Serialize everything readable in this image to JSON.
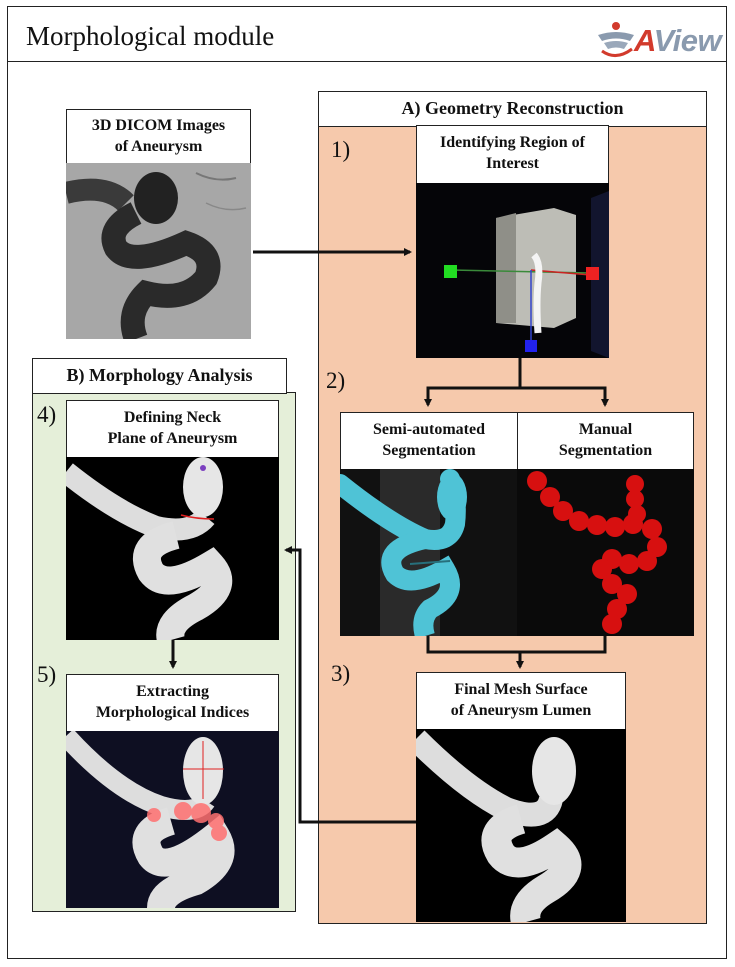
{
  "header": {
    "title": "Morphological module",
    "logo_text_a": "A",
    "logo_text_rest": "View"
  },
  "dicom": {
    "label_line1": "3D DICOM Images",
    "label_line2": "of Aneurysm"
  },
  "section_a": {
    "title": "A) Geometry Reconstruction",
    "step1_num": "1)",
    "roi_line1": "Identifying Region of",
    "roi_line2": "Interest",
    "step2_num": "2)",
    "semi_line1": "Semi-automated",
    "semi_line2": "Segmentation",
    "manual_line1": "Manual",
    "manual_line2": "Segmentation",
    "step3_num": "3)",
    "final_line1": "Final Mesh Surface",
    "final_line2": "of Aneurysm Lumen"
  },
  "section_b": {
    "title": "B) Morphology Analysis",
    "step4_num": "4)",
    "neck_line1": "Defining Neck",
    "neck_line2": "Plane of Aneurysm",
    "step5_num": "5)",
    "extract_line1": "Extracting",
    "extract_line2": "Morphological Indices"
  },
  "colors": {
    "panel_a_bg": "#f6c9ac",
    "panel_b_bg": "#e5efd9",
    "semi_seg": "#4fc3d6",
    "manual_seg": "#ee1111",
    "logo_red": "#d23a2c",
    "logo_gray": "#8a9aae"
  }
}
